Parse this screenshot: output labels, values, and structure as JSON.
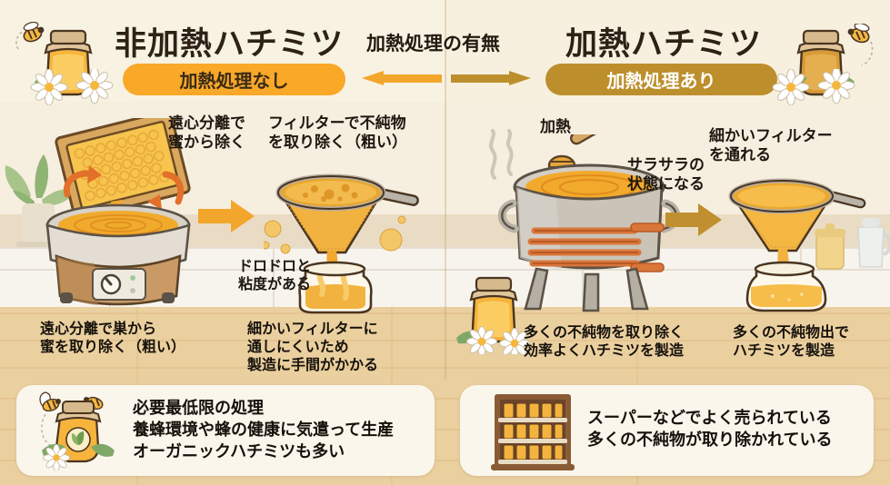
{
  "header": {
    "left_title": "非加熱ハチミツ",
    "left_pill": "加熱処理なし",
    "center_label": "加熱処理の有無",
    "right_title": "加熱ハチミツ",
    "right_pill": "加熱処理あり",
    "left_arrow_icon": "arrow-left-icon",
    "right_arrow_icon": "arrow-right-icon"
  },
  "left_column": {
    "step_labels": {
      "centrifuge": "遠心分離で\n蜜から除く",
      "coarse_filter": "フィルターで不純物\nを取り除く（粗い）",
      "thick": "ドロドロと\n粘度がある"
    },
    "captions": {
      "caption_1": "遠心分離で巣から\n蜜を取り除く（粗い）",
      "caption_2": "細かいフィルターに\n通しにくいため\n製造に手間がかかる"
    },
    "panel_text": "必要最低限の処理\n養蜂環境や蜂の健康に気遣って生産\nオーガニックハチミツも多い",
    "panel_icon": "organic-honey-jar-icon"
  },
  "right_column": {
    "step_labels": {
      "heat": "加熱",
      "runny": "サラサラの\n状態になる",
      "fine_filter": "細かいフィルター\nを通れる"
    },
    "captions": {
      "caption_1": "多くの不純物を取り除く\n効率よくハチミツを製造",
      "caption_2": "多くの不純物出で\nハチミツを製造"
    },
    "panel_text": "スーパーなどでよく売られている\n多くの不純物が取り除かれている",
    "panel_icon": "supermarket-shelf-icon"
  },
  "illustrations": {
    "left_extractor": "honey-extractor-icon",
    "left_honeycomb_frame": "honeycomb-frame-icon",
    "left_strainer": "coarse-strainer-icon",
    "left_jar": "honey-jar-icon",
    "left_arrow": "arrow-right-icon",
    "left_plant": "potted-plant-icon",
    "right_pot": "heating-pot-icon",
    "right_dipper": "honey-dipper-icon",
    "right_steam": "steam-icon",
    "right_arrow": "arrow-right-icon",
    "right_strainer": "fine-strainer-icon",
    "right_jar": "honey-jar-icon",
    "right_kettle": "kettle-icon",
    "right_canister": "canister-icon",
    "header_jar_left": "honey-jar-icon",
    "header_jar_right": "honey-jar-icon",
    "header_bee_left": "bee-icon",
    "header_bee_right": "bee-icon",
    "header_flowers_left": "daisy-icon",
    "header_flowers_right": "daisy-icon",
    "mid_jar_right": "honey-jar-icon"
  },
  "colors": {
    "background": "#f6efe0",
    "wood_band": "#eacf9f",
    "accent_orange": "#f9a828",
    "accent_brown": "#bd8f2c",
    "honey": "#f5b843",
    "text": "#1d1710",
    "panel_bg": "#faf6ec"
  }
}
